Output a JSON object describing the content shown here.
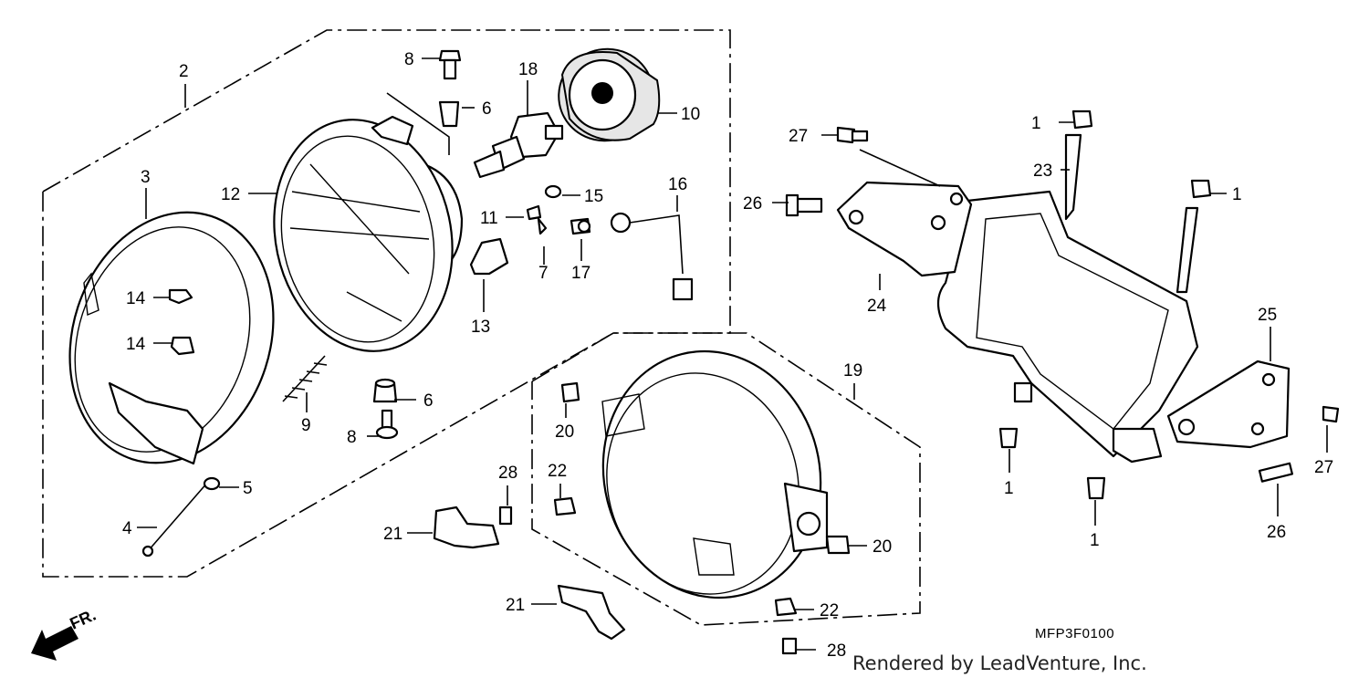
{
  "callouts": {
    "c1a": "1",
    "c1b": "1",
    "c1c": "1",
    "c1d": "1",
    "c2": "2",
    "c3": "3",
    "c4": "4",
    "c5": "5",
    "c6a": "6",
    "c6b": "6",
    "c7": "7",
    "c8a": "8",
    "c8b": "8",
    "c9": "9",
    "c10": "10",
    "c11": "11",
    "c12": "12",
    "c13": "13",
    "c14a": "14",
    "c14b": "14",
    "c15": "15",
    "c16": "16",
    "c17": "17",
    "c18": "18",
    "c19": "19",
    "c20a": "20",
    "c20b": "20",
    "c21a": "21",
    "c21b": "21",
    "c22a": "22",
    "c22b": "22",
    "c23": "23",
    "c24": "24",
    "c25": "25",
    "c26a": "26",
    "c26b": "26",
    "c27a": "27",
    "c27b": "27",
    "c28a": "28",
    "c28b": "28"
  },
  "front_marker": "FR.",
  "diagram_code": "MFP3F0100",
  "credit": "Rendered by LeadVenture, Inc."
}
